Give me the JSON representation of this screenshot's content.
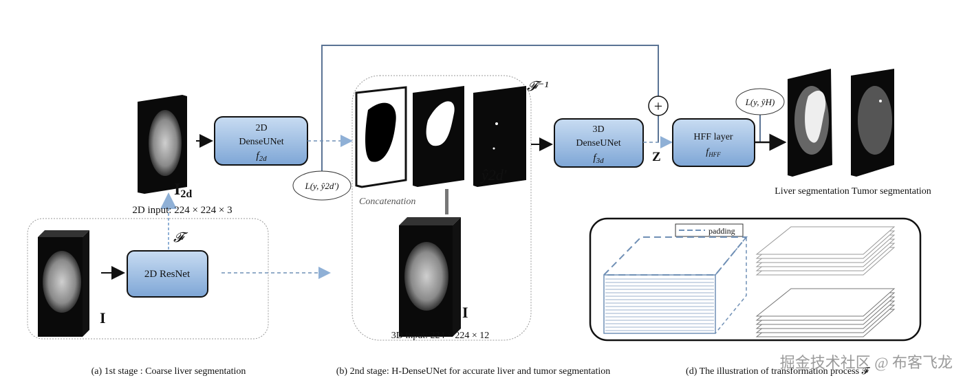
{
  "stage1": {
    "input_label": "I",
    "resnet_label": "2D ResNet",
    "transform_label": "𝓕",
    "i2d_label": "I",
    "i2d_sub": "2d",
    "input_2d": "2D input: 224 × 224 × 3",
    "caption": "(a) 1st stage : Coarse liver segmentation"
  },
  "densenet2d": {
    "line1": "2D",
    "line2": "DenseUNet",
    "fn": "f",
    "fn_sub": "2d"
  },
  "loss2d": "L(y, ŷ2d′)",
  "stage2": {
    "concatenation": "Concatenation",
    "yhat_label": "ŷ2d′",
    "input_label": "I",
    "input_3d": "3D input: 224 × 224 × 12",
    "inverse_transform": "𝓕⁻¹",
    "caption": "(b) 2nd stage: H-DenseUNet for accurate liver and tumor segmentation"
  },
  "densenet3d": {
    "line1": "3D",
    "line2": "DenseUNet",
    "fn": "f",
    "fn_sub": "3d"
  },
  "z_label": "Z",
  "plus": "+",
  "hff": {
    "line1": "HFF layer",
    "fn": "f",
    "fn_sub": "HFF"
  },
  "lossH": "L(y, ŷH)",
  "outputs": "Liver segmentation Tumor segmentation",
  "illustration": {
    "legend": "padding",
    "caption": "(d) The illustration of transformation process 𝓕"
  },
  "watermark": "掘金技术社区 @ 布客飞龙",
  "colors": {
    "box_fill": "#8fb4e0",
    "box_stroke": "#1a1a1a",
    "arrow_blue": "#6f8fb5",
    "loop_line": "#5a7394"
  }
}
